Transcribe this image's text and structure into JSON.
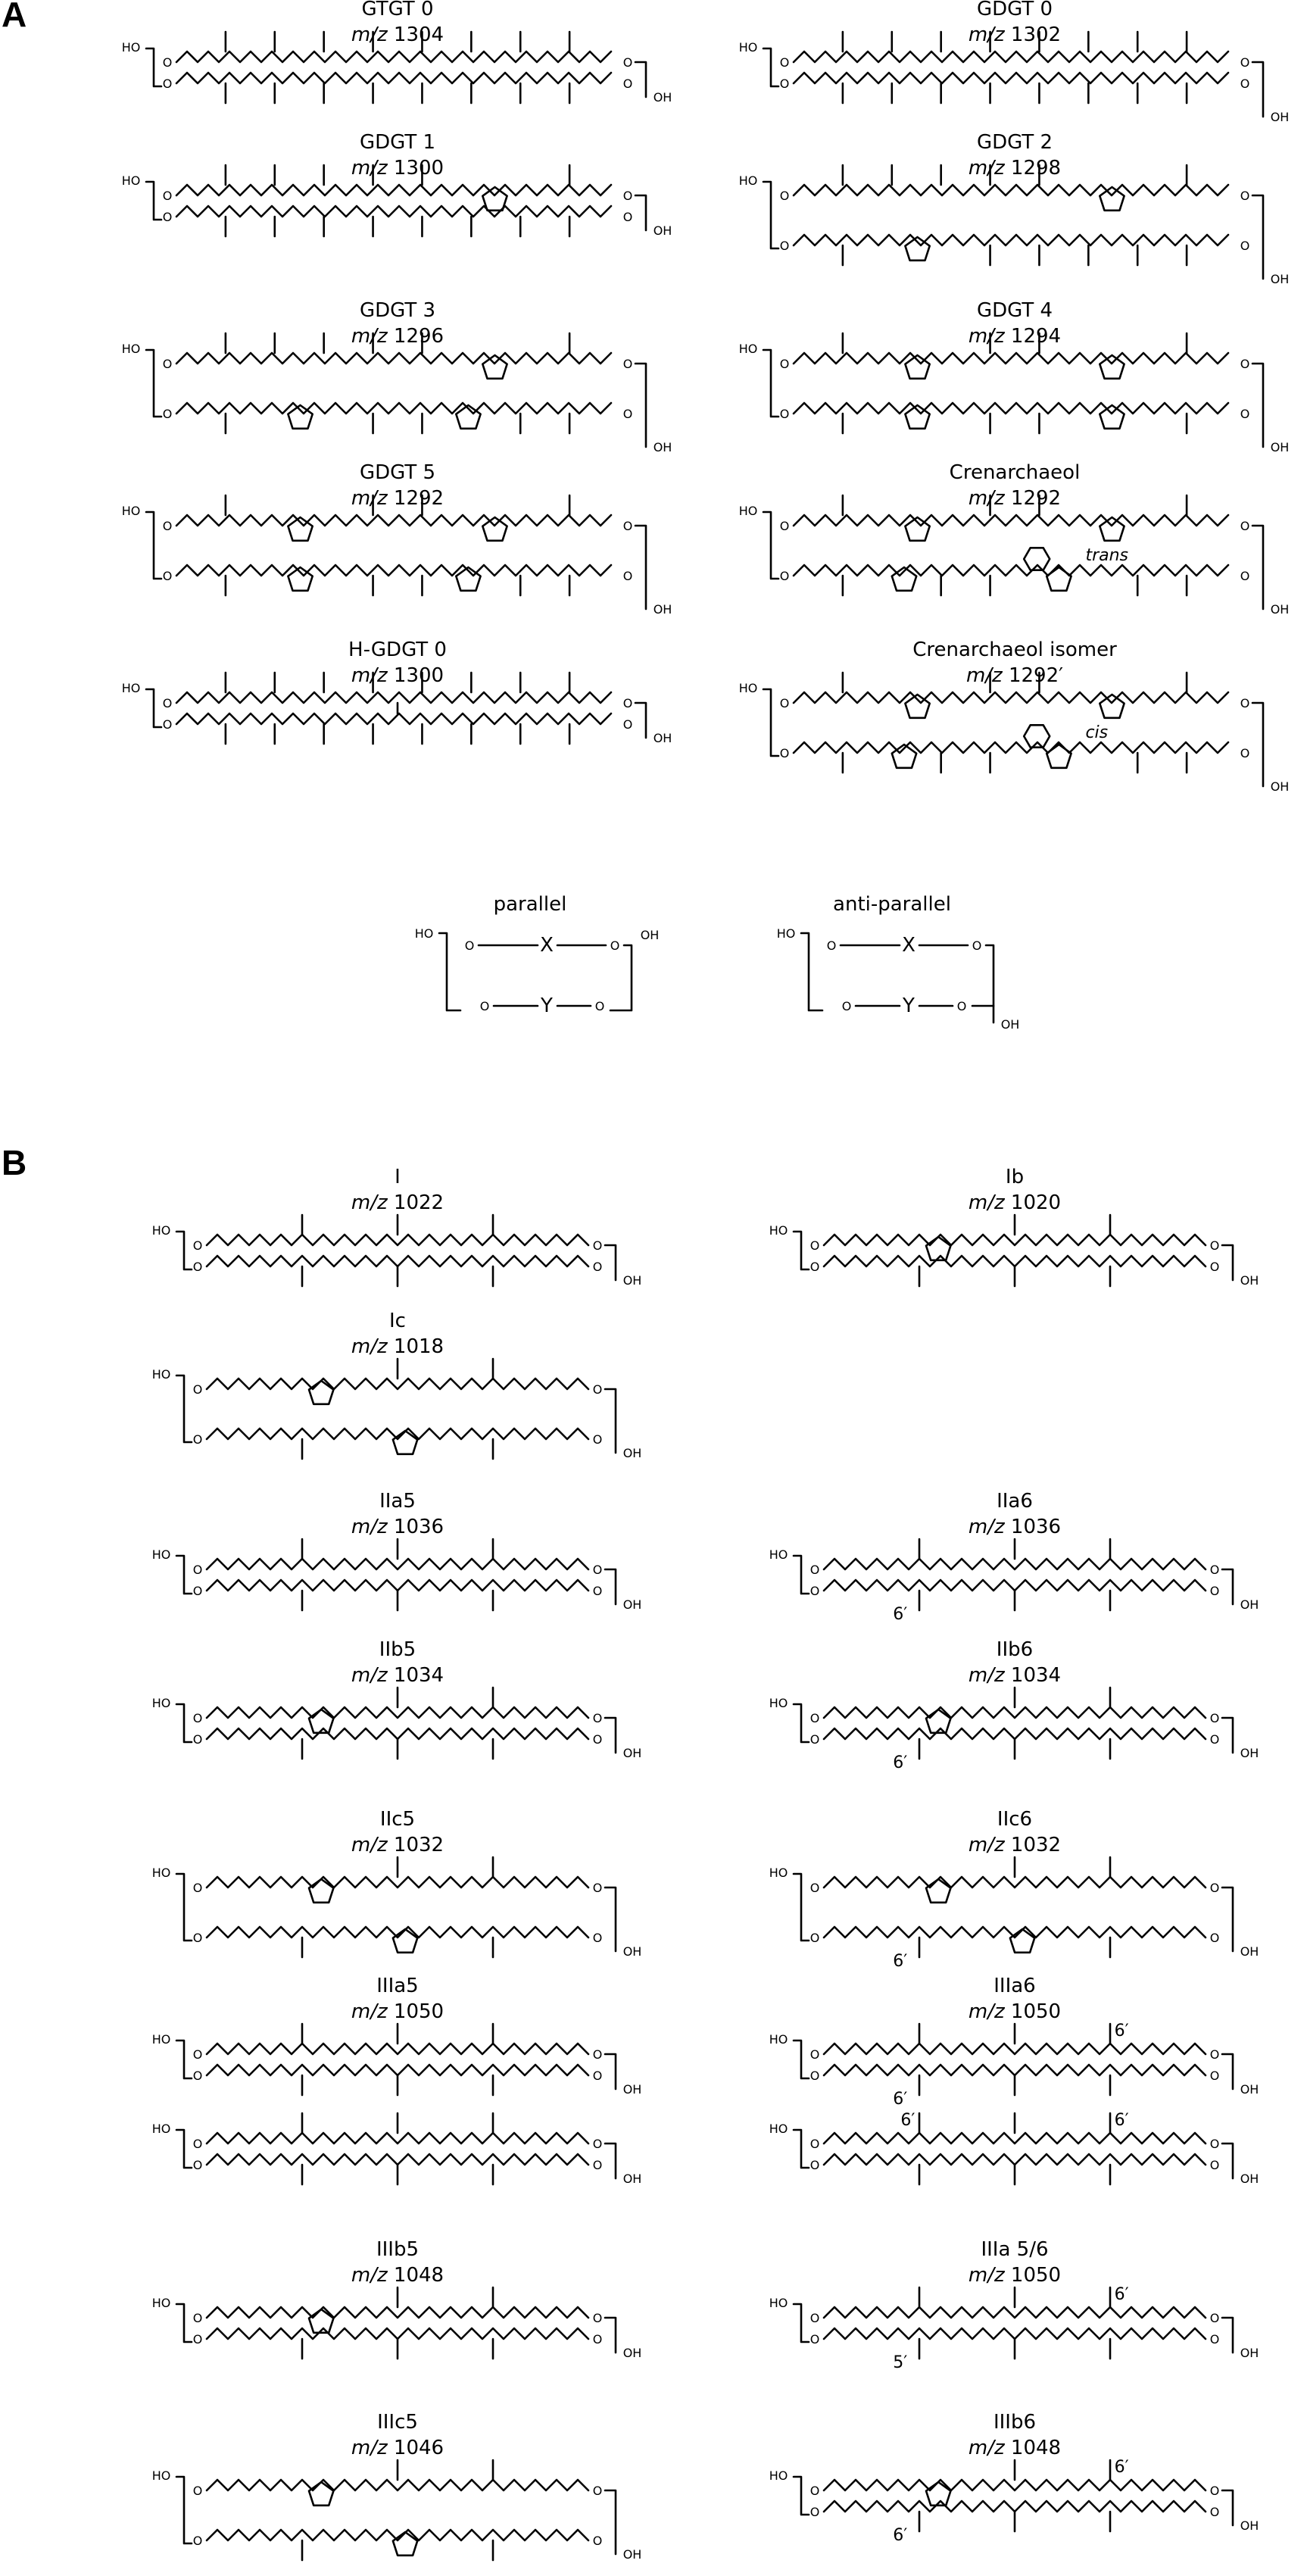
{
  "panels": {
    "A": {
      "label": "A"
    },
    "B": {
      "label": "B"
    }
  },
  "atom_labels": {
    "hydroxyl": "HO",
    "hydroxyl_right": "OH",
    "oxygen": "O"
  },
  "mz_prefix": "m/z",
  "structures_a": [
    {
      "name": "GTGT 0",
      "mz": "1304",
      "pos": "L1",
      "rings1": [],
      "rings2": [],
      "anti": false,
      "open": true
    },
    {
      "name": "GDGT 0",
      "mz": "1302",
      "pos": "R1",
      "rings1": [],
      "rings2": [],
      "anti": true
    },
    {
      "name": "GDGT 1",
      "mz": "1300",
      "pos": "L2",
      "rings1": [
        0.72
      ],
      "rings2": [],
      "anti": false
    },
    {
      "name": "GDGT 2",
      "mz": "1298",
      "pos": "R2",
      "rings1": [
        0.72
      ],
      "rings2": [
        0.28
      ],
      "anti": true
    },
    {
      "name": "GDGT 3",
      "mz": "1296",
      "pos": "L3",
      "rings1": [
        0.72
      ],
      "rings2": [
        0.28,
        0.66
      ],
      "anti": true
    },
    {
      "name": "GDGT 4",
      "mz": "1294",
      "pos": "R3",
      "rings1": [
        0.28,
        0.72
      ],
      "rings2": [
        0.28,
        0.72
      ],
      "anti": true
    },
    {
      "name": "GDGT 5",
      "mz": "1292",
      "pos": "L4",
      "rings1": [
        0.28,
        0.72
      ],
      "rings2": [
        0.28,
        0.66
      ],
      "anti": true
    },
    {
      "name": "Crenarchaeol",
      "mz": "1292",
      "pos": "R4",
      "rings1": [
        0.28,
        0.72
      ],
      "rings2": [
        0.25,
        0.6
      ],
      "hex": 0.55,
      "anti": true,
      "note": "trans"
    },
    {
      "name": "H-GDGT 0",
      "mz": "1300",
      "pos": "L5",
      "rings1": [],
      "rings2": [],
      "anti": false,
      "crosslink": true
    },
    {
      "name": "Crenarchaeol isomer",
      "mz": "1292′",
      "pos": "R5",
      "rings1": [
        0.28,
        0.72
      ],
      "rings2": [
        0.25,
        0.6
      ],
      "hex": 0.55,
      "anti": true,
      "note": "cis"
    }
  ],
  "schematic": {
    "parallel": {
      "label": "parallel",
      "x": "X",
      "y": "Y"
    },
    "anti_parallel": {
      "label": "anti-parallel",
      "x": "X",
      "y": "Y"
    }
  },
  "structures_b": [
    {
      "name": "I",
      "mz": "1022",
      "pos": "L1",
      "rings1": [],
      "rings2": [],
      "style": "br"
    },
    {
      "name": "Ib",
      "mz": "1020",
      "pos": "R1",
      "rings1": [
        0.3
      ],
      "rings2": [],
      "style": "br"
    },
    {
      "name": "Ic",
      "mz": "1018",
      "pos": "L2",
      "rings1": [
        0.3
      ],
      "rings2": [
        0.52
      ],
      "style": "br"
    },
    {
      "name": "IIa5",
      "mz": "1036",
      "pos": "L3",
      "rings1": [],
      "rings2": [],
      "style": "br"
    },
    {
      "name": "IIa6",
      "mz": "1036",
      "pos": "R3",
      "rings1": [],
      "rings2": [],
      "style": "br",
      "marks": [
        {
          "t": "6′",
          "chain": 2,
          "f": 0.2
        }
      ]
    },
    {
      "name": "IIb5",
      "mz": "1034",
      "pos": "L4",
      "rings1": [
        0.3
      ],
      "rings2": [],
      "style": "br"
    },
    {
      "name": "IIb6",
      "mz": "1034",
      "pos": "R4",
      "rings1": [
        0.3
      ],
      "rings2": [],
      "style": "br",
      "marks": [
        {
          "t": "6′",
          "chain": 2,
          "f": 0.2
        }
      ]
    },
    {
      "name": "IIc5",
      "mz": "1032",
      "pos": "L5",
      "rings1": [
        0.3
      ],
      "rings2": [
        0.52
      ],
      "style": "br"
    },
    {
      "name": "IIc6",
      "mz": "1032",
      "pos": "R5",
      "rings1": [
        0.3
      ],
      "rings2": [
        0.52
      ],
      "style": "br",
      "marks": [
        {
          "t": "6′",
          "chain": 2,
          "f": 0.2
        }
      ]
    },
    {
      "name": "IIIa5",
      "mz": "1050",
      "pos": "L6",
      "rings1": [],
      "rings2": [],
      "style": "br",
      "second": true
    },
    {
      "name": "IIIa6",
      "mz": "1050",
      "pos": "R6",
      "rings1": [],
      "rings2": [],
      "style": "br",
      "second": true,
      "marks": [
        {
          "t": "6′",
          "chain": 1,
          "f": 0.78
        },
        {
          "t": "6′",
          "chain": 2,
          "f": 0.2
        }
      ],
      "marks2": [
        {
          "t": "6′",
          "chain": 1,
          "f": 0.22
        },
        {
          "t": "6′",
          "chain": 1,
          "f": 0.78
        }
      ]
    },
    {
      "name": "IIIb5",
      "mz": "1048",
      "pos": "L7",
      "rings1": [
        0.3
      ],
      "rings2": [],
      "style": "br"
    },
    {
      "name": "IIIa 5/6",
      "mz": "1050",
      "pos": "R7",
      "rings1": [],
      "rings2": [],
      "style": "br",
      "marks": [
        {
          "t": "6′",
          "chain": 1,
          "f": 0.78
        },
        {
          "t": "5′",
          "chain": 2,
          "f": 0.2
        }
      ]
    },
    {
      "name": "IIIc5",
      "mz": "1046",
      "pos": "L8",
      "rings1": [
        0.3
      ],
      "rings2": [
        0.52
      ],
      "style": "br"
    },
    {
      "name": "IIIb6",
      "mz": "1048",
      "pos": "R8",
      "rings1": [
        0.3
      ],
      "rings2": [],
      "style": "br",
      "marks": [
        {
          "t": "6′",
          "chain": 1,
          "f": 0.78
        },
        {
          "t": "6′",
          "chain": 2,
          "f": 0.2
        }
      ]
    }
  ]
}
